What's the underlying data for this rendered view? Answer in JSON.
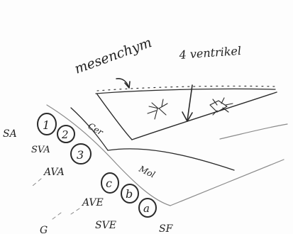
{
  "labels": {
    "mesenchym": "mesenchym",
    "ventricle": "4 ventrikel",
    "sa": "SA",
    "sva": "SVA",
    "ava": "AVA",
    "ave": "AVE",
    "sve": "SVE",
    "sf": "SF",
    "cer": "Cer",
    "mol": "Mol",
    "g": "G"
  },
  "circles": {
    "n1": "1",
    "n2": "2",
    "n3": "3",
    "c": "c",
    "b": "b",
    "a": "a"
  }
}
